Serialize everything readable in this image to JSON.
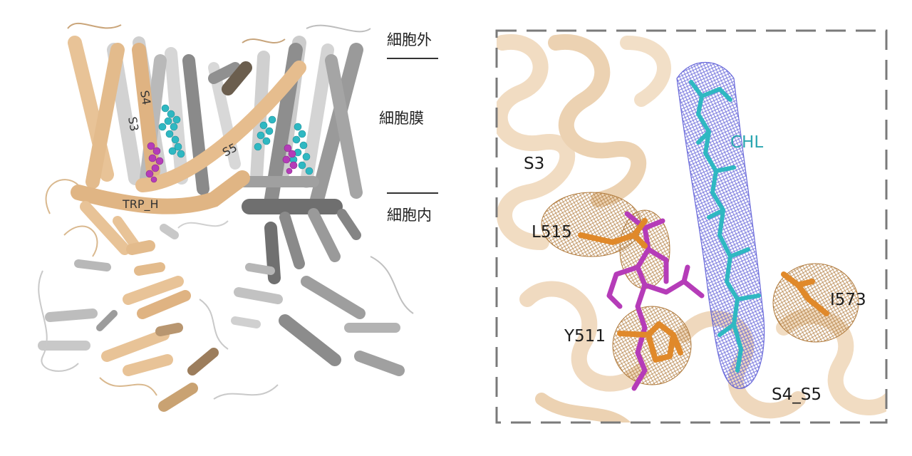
{
  "left_panel": {
    "region_labels": {
      "extracellular": "細胞外",
      "membrane": "細胞膜",
      "intracellular": "細胞内"
    },
    "helix_labels": {
      "s4": "S4",
      "s3": "S3",
      "s5": "S5",
      "trp_h": "TRP_H"
    }
  },
  "right_panel": {
    "labels": {
      "s3": "S3",
      "chl": "CHL",
      "l515": "L515",
      "i573": "I573",
      "y511": "Y511",
      "s4_s5": "S4_S5"
    }
  },
  "colors": {
    "subunit_tan": "#e8c397",
    "subunit_gray": "#a9a9a9",
    "subunit_dark": "#6f6f6f",
    "subunit_light": "#dcdcdc",
    "cholesterol": "#2fb8c2",
    "ligand_magenta": "#b53cb8",
    "residue_orange": "#e0892a",
    "density_mesh_blue": "#5a5ad6",
    "density_mesh_tan": "#b07a3c"
  }
}
